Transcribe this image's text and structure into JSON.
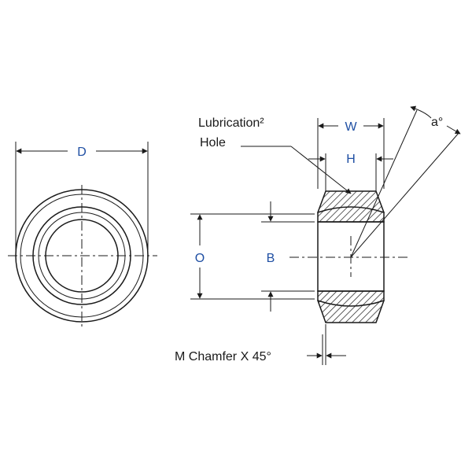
{
  "colors": {
    "line": "#1a1a1a",
    "dimension_label": "#1f4fa3",
    "background": "#ffffff"
  },
  "labels": {
    "diameter": "D",
    "width": "W",
    "height": "H",
    "angle": "a°",
    "outer": "O",
    "bore": "B",
    "lubrication_line1": "Lubrication²",
    "lubrication_line2": "Hole",
    "chamfer": "M Chamfer X 45°"
  }
}
